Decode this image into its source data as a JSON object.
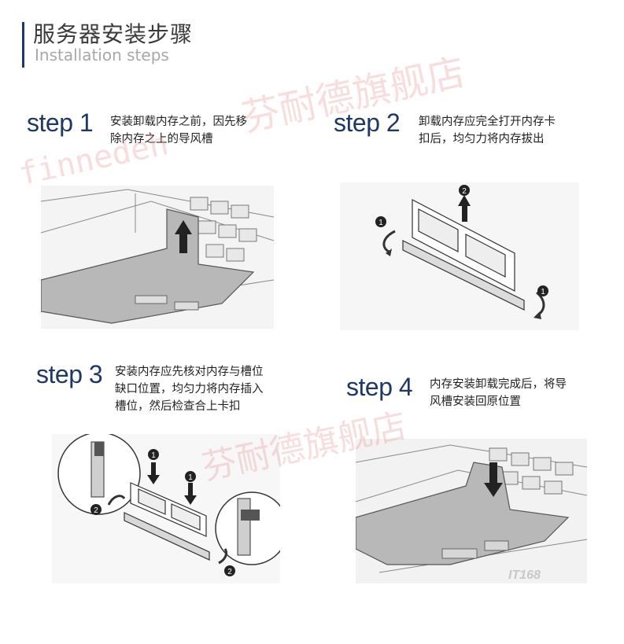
{
  "header": {
    "title_cn": "服务器安装步骤",
    "title_en": "Installation steps"
  },
  "steps": [
    {
      "title": "step 1",
      "desc_line1": "安装卸载内存之前，因先移",
      "desc_line2": "除内存之上的导风槽"
    },
    {
      "title": "step 2",
      "desc_line1": "卸载内存应完全打开内存卡",
      "desc_line2": "扣后，均匀力将内存拔出"
    },
    {
      "title": "step 3",
      "desc_line1": "安装内存应先核对内存与槽位",
      "desc_line2": "缺口位置，均匀力将内存插入",
      "desc_line3": "槽位，然后检查合上卡扣"
    },
    {
      "title": "step 4",
      "desc_line1": "内存安装卸载完成后，将导",
      "desc_line2": "风槽安装回原位置"
    }
  ],
  "callouts": {
    "one": "1",
    "two": "2"
  },
  "watermarks": {
    "latin": "finnedeh",
    "cn1": "芬耐德旗舰店",
    "cn2": "芬耐德旗舰店"
  },
  "image_mark": "IT168",
  "colors": {
    "heading": "#1f3864",
    "text": "#222222",
    "subtitle": "#a8a8a8",
    "watermark": "#e69696"
  }
}
